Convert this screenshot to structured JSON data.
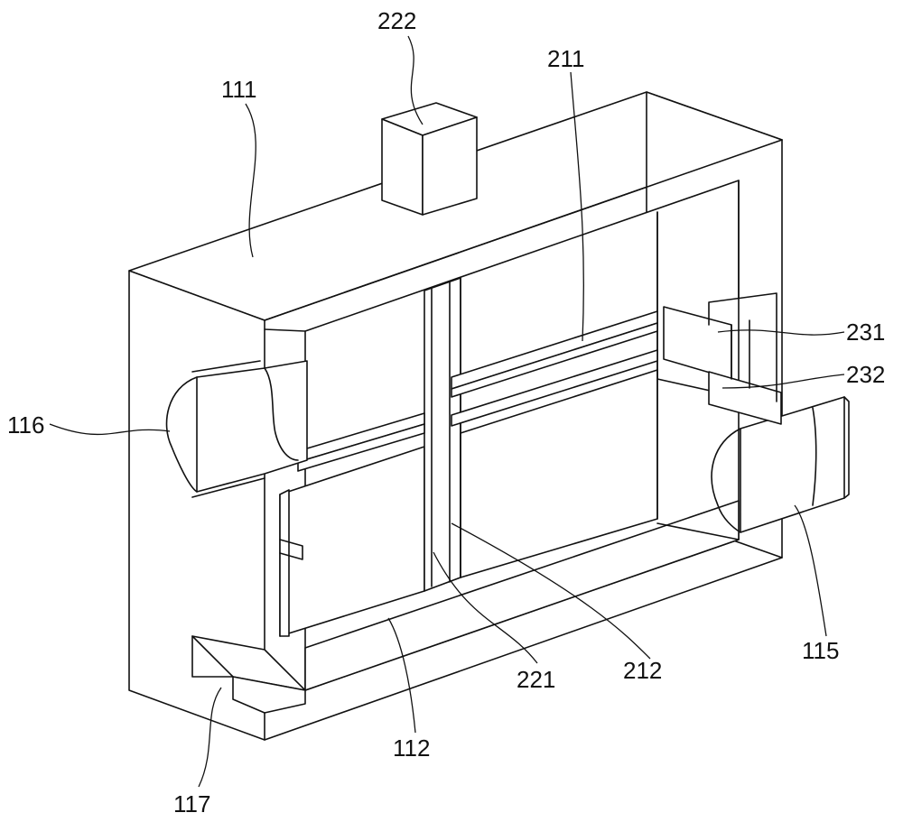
{
  "labels": {
    "l222": "222",
    "l211": "211",
    "l111": "111",
    "l231": "231",
    "l232": "232",
    "l116": "116",
    "l115": "115",
    "l212": "212",
    "l221": "221",
    "l112": "112",
    "l117": "117"
  }
}
